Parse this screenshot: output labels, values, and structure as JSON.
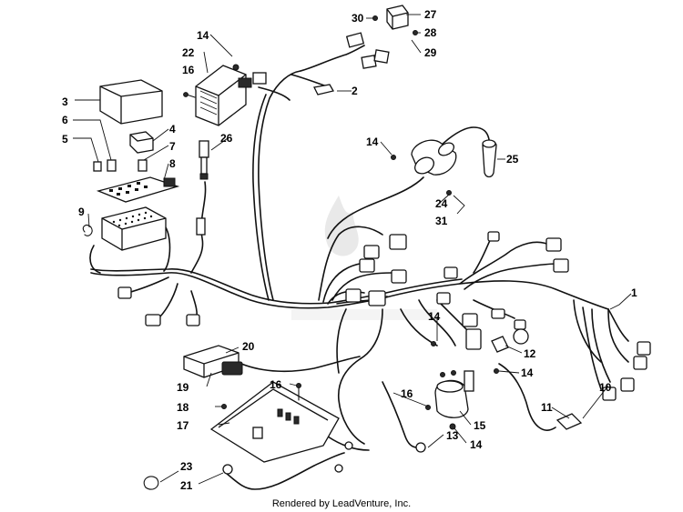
{
  "diagram": {
    "footer_text": "Rendered by LeadVenture, Inc.",
    "callouts": {
      "c1": "1",
      "c2": "2",
      "c3": "3",
      "c4": "4",
      "c5": "5",
      "c6": "6",
      "c7": "7",
      "c8": "8",
      "c9": "9",
      "c10": "10",
      "c11": "11",
      "c12": "12",
      "c13": "13",
      "c14a": "14",
      "c14b": "14",
      "c14c": "14",
      "c14d": "14",
      "c14e": "14",
      "c15": "15",
      "c16a": "16",
      "c16b": "16",
      "c16c": "16",
      "c17": "17",
      "c18": "18",
      "c19": "19",
      "c20": "20",
      "c21": "21",
      "c22": "22",
      "c23": "23",
      "c24": "24",
      "c25": "25",
      "c26": "26",
      "c27": "27",
      "c28": "28",
      "c29": "29",
      "c30": "30",
      "c31": "31"
    }
  }
}
